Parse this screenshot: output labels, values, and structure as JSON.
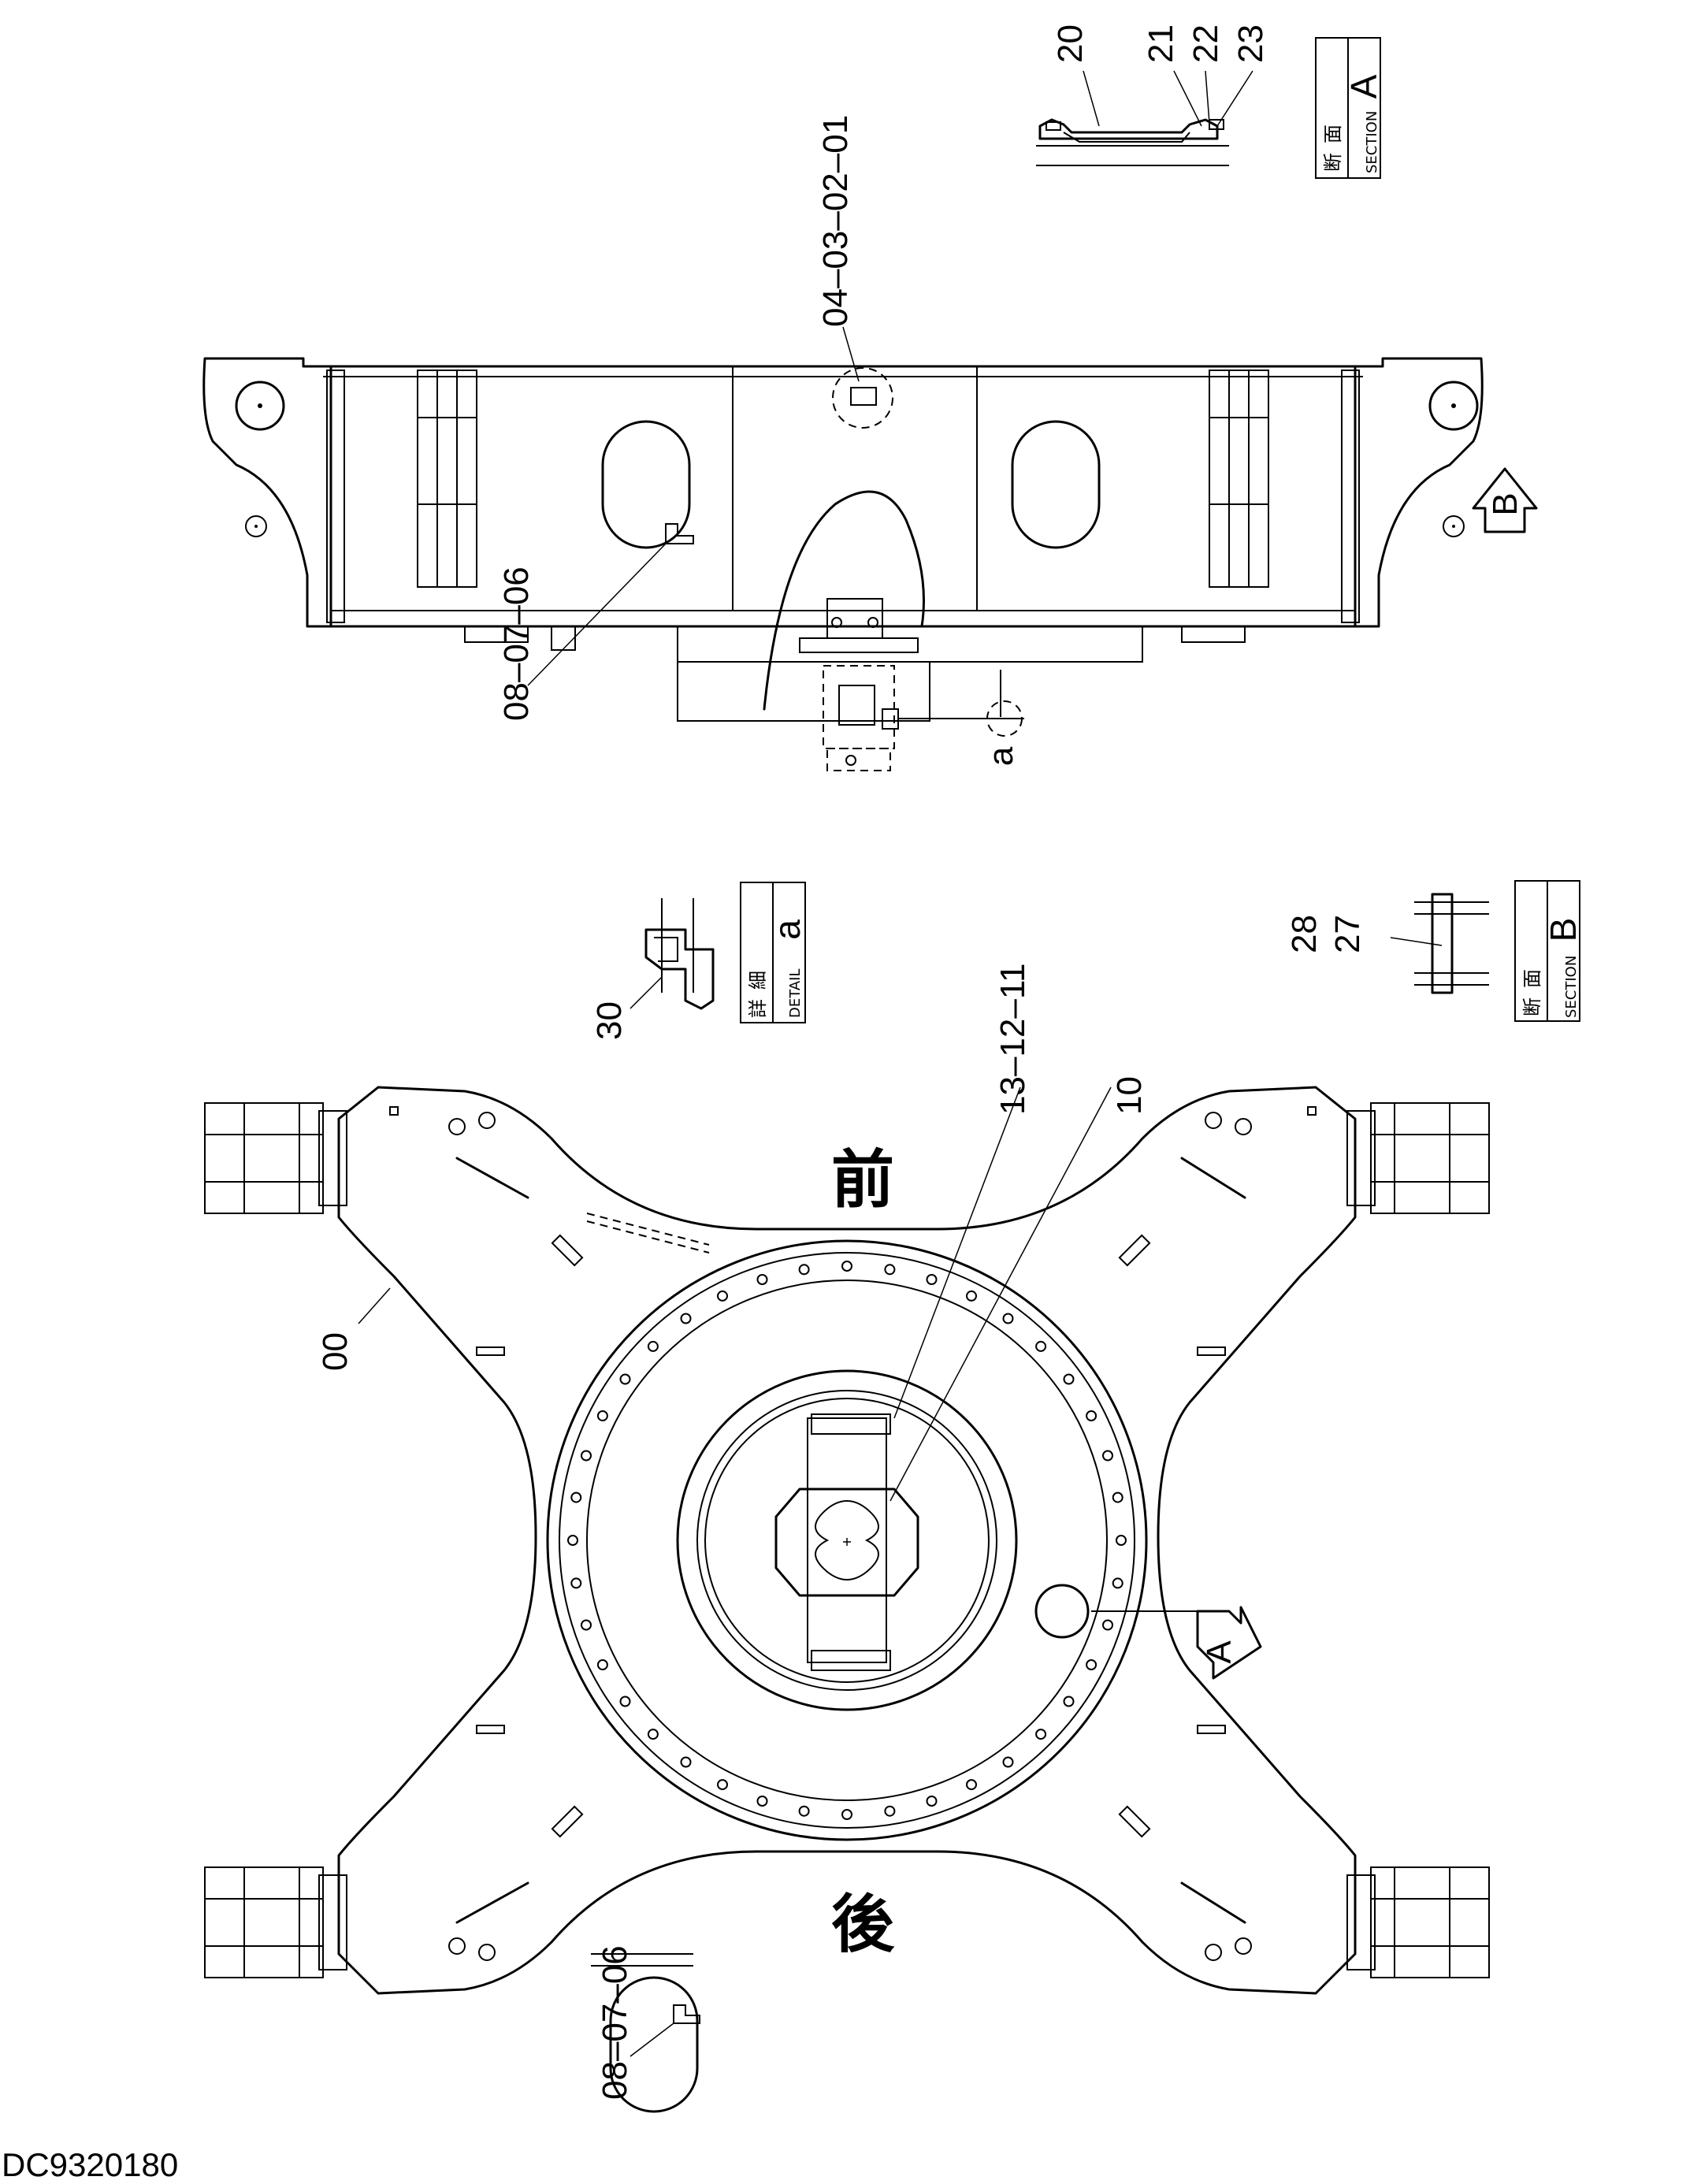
{
  "drawing_code": "DC9320180",
  "orientation_marks": {
    "front": "前",
    "rear": "後"
  },
  "section_a": {
    "cjk": "断面",
    "word": "SECTION",
    "letter": "A",
    "callouts": [
      "20",
      "21",
      "22",
      "23"
    ]
  },
  "section_b": {
    "cjk": "断面",
    "word": "SECTION",
    "letter": "B",
    "callouts": [
      "28",
      "27"
    ]
  },
  "detail_a": {
    "cjk": "詳細",
    "word": "DETAIL",
    "letter": "a",
    "callouts": [
      "30"
    ]
  },
  "side_view": {
    "callout_top": "04-03-02-01",
    "callout_bottom": "08-07-06",
    "arrow_b": "B",
    "detail_mark": "a"
  },
  "plan_view": {
    "frame_callout": "00",
    "center_callouts": "13-12-11",
    "center_callout_2": "10",
    "arrow_a": "A",
    "bottom_callout": "08-07-06"
  }
}
